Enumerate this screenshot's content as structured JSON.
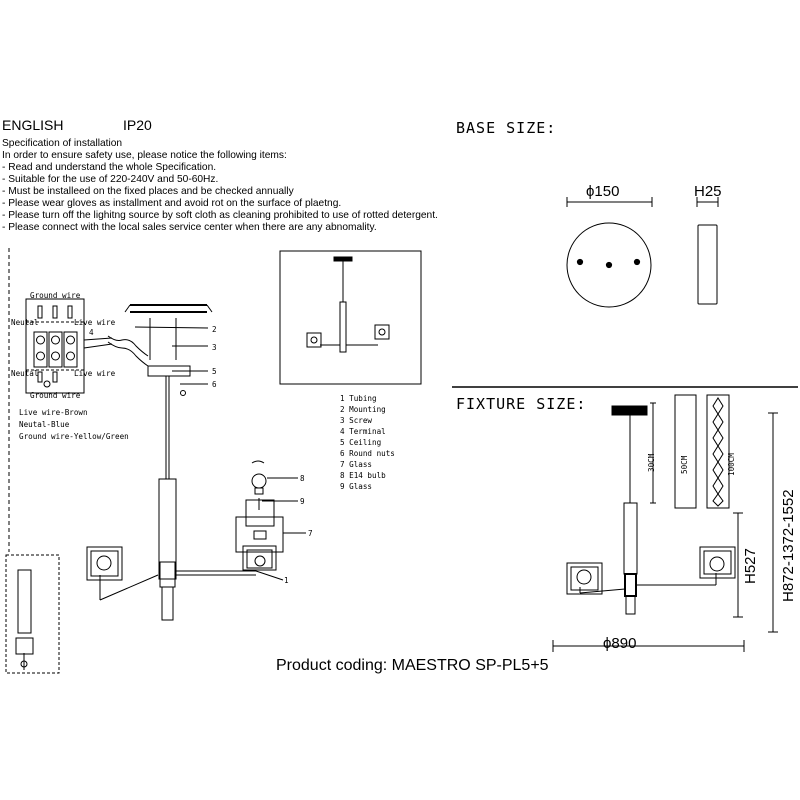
{
  "header": {
    "language": "ENGLISH",
    "ip_rating": "IP20"
  },
  "spec": {
    "title": "Specification of installation",
    "intro": "In order to ensure safety use, please notice the following items:",
    "items": [
      "- Read and understand the whole Specification.",
      "- Suitable for the use of 220-240V and 50-60Hz.",
      "- Must be installeed on the fixed places and be checked annually",
      "- Please wear gloves as installment and avoid rot on the surface of plaetng.",
      "- Please turn off the lighitng source by soft cloth as cleaning prohibited to use of rotted detergent.",
      "- Please connect with the local sales service center when there are any abnomality."
    ]
  },
  "base": {
    "title": "BASE SIZE:",
    "diameter": "ϕ150",
    "height": "H25"
  },
  "fixture": {
    "title": "FIXTURE SIZE:",
    "rods": [
      "30CM",
      "50CM",
      "100CM"
    ],
    "height_body": "H527",
    "height_total": "H872-1372-1552",
    "width": "ϕ890"
  },
  "wiring": {
    "ground_top": "Ground wire",
    "ground_bottom": "Ground wire",
    "neutral_top": "Neutal",
    "neutral_bottom": "Neutal",
    "live_top": "Live wire",
    "live_bottom": "Live wire",
    "legend": [
      "Live wire-Brown",
      "Neutal-Blue",
      "Ground wire-Yellow/Green"
    ]
  },
  "callouts": [
    "1",
    "2",
    "3",
    "4",
    "5",
    "6",
    "7",
    "8",
    "9"
  ],
  "parts": [
    "1 Tubing",
    "2 Mounting",
    "3 Screw",
    "4 Terminal",
    "5 Ceiling",
    "6 Round nuts",
    "7 Glass",
    "8 E14 bulb",
    "9 Glass"
  ],
  "product": {
    "coding": "Product coding: MAESTRO SP-PL5+5"
  }
}
